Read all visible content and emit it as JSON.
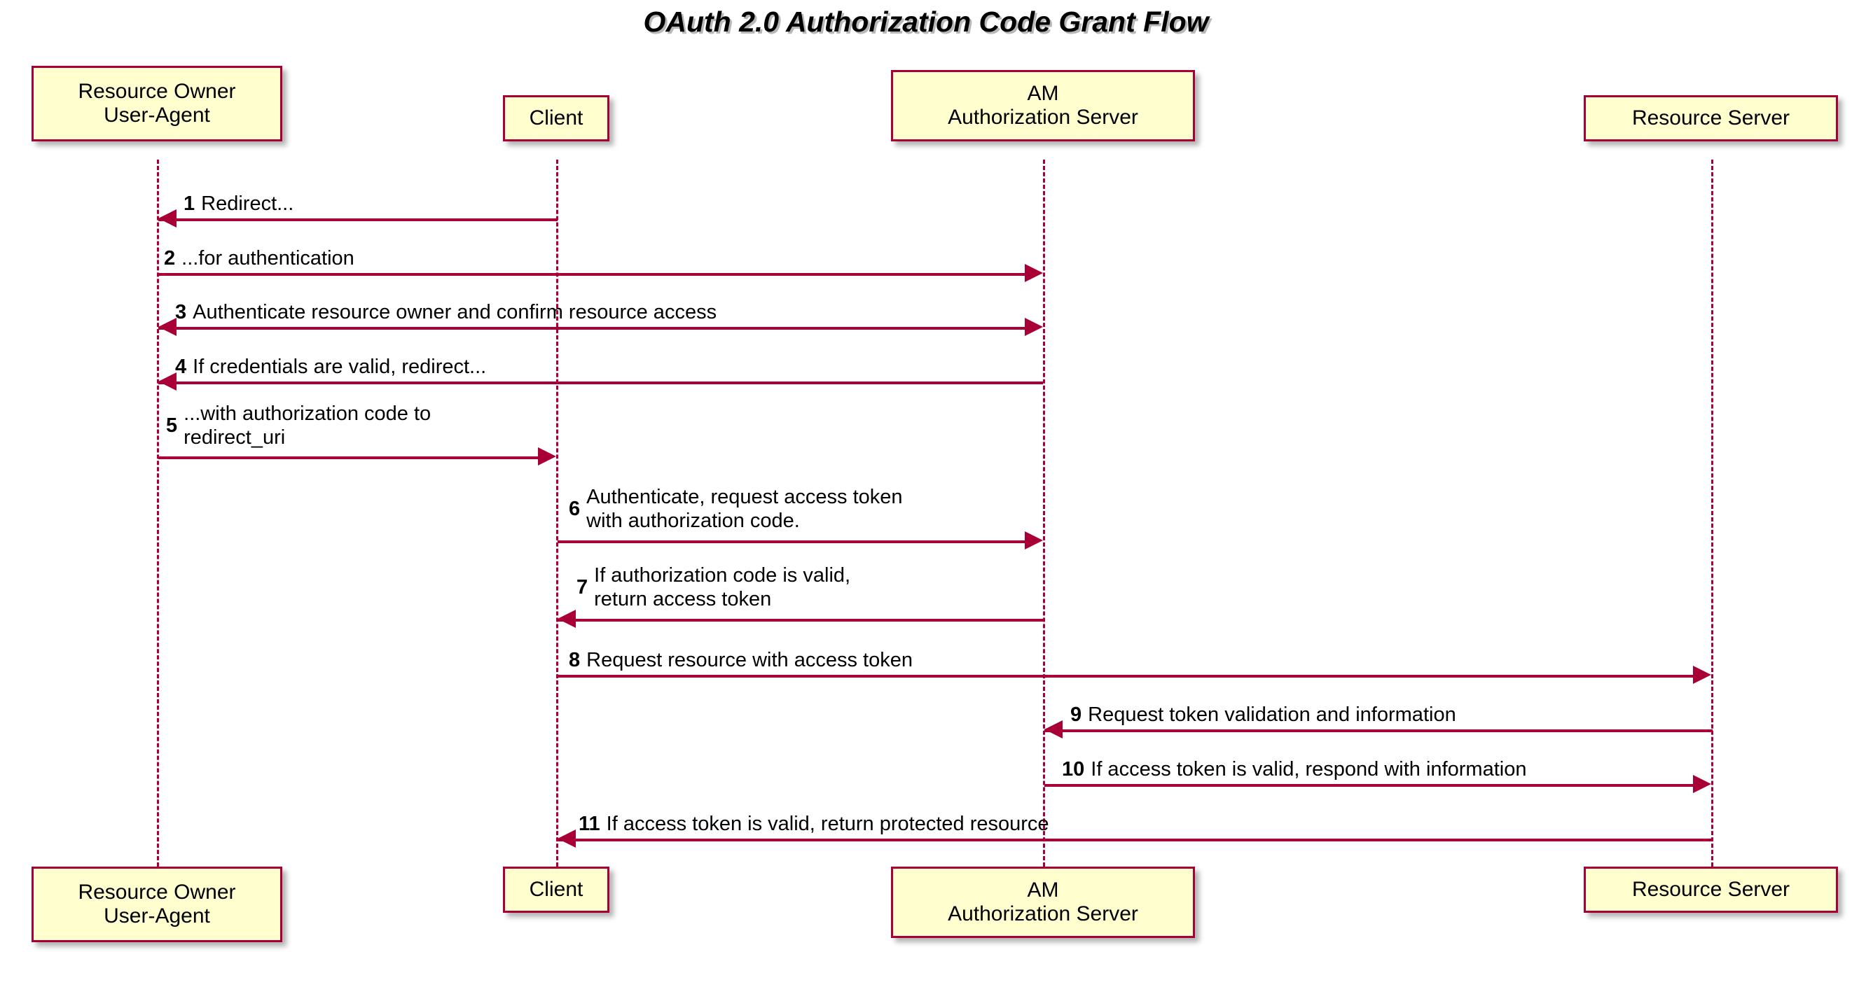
{
  "diagram": {
    "type": "uml-sequence-diagram",
    "title": "OAuth 2.0 Authorization Code Grant Flow",
    "accent_color": "#A80036",
    "box_fill_color": "#FEFECE",
    "text_color": "#000000",
    "background_color": "#FFFFFF"
  },
  "participants": [
    {
      "id": "user_agent",
      "line1": "Resource Owner",
      "line2": "User-Agent"
    },
    {
      "id": "client",
      "line1": "Client",
      "line2": ""
    },
    {
      "id": "am",
      "line1": "AM",
      "line2": "Authorization Server"
    },
    {
      "id": "resource_server",
      "line1": "Resource Server",
      "line2": ""
    }
  ],
  "messages": [
    {
      "num": "1",
      "line1": "Redirect...",
      "line2": "",
      "from": "client",
      "to": "user_agent",
      "direction": "left",
      "bidirectional": false
    },
    {
      "num": "2",
      "line1": "...for authentication",
      "line2": "",
      "from": "user_agent",
      "to": "am",
      "direction": "right",
      "bidirectional": false
    },
    {
      "num": "3",
      "line1": "Authenticate resource owner and confirm resource access",
      "line2": "",
      "from": "user_agent",
      "to": "am",
      "direction": "both",
      "bidirectional": true
    },
    {
      "num": "4",
      "line1": "If credentials are valid, redirect...",
      "line2": "",
      "from": "am",
      "to": "user_agent",
      "direction": "left",
      "bidirectional": false
    },
    {
      "num": "5",
      "line1": "...with authorization code to",
      "line2": "redirect_uri",
      "from": "user_agent",
      "to": "client",
      "direction": "right",
      "bidirectional": false
    },
    {
      "num": "6",
      "line1": "Authenticate, request access token",
      "line2": "with authorization code.",
      "from": "client",
      "to": "am",
      "direction": "right",
      "bidirectional": false
    },
    {
      "num": "7",
      "line1": "If authorization code is valid,",
      "line2": "return access token",
      "from": "am",
      "to": "client",
      "direction": "left",
      "bidirectional": false
    },
    {
      "num": "8",
      "line1": "Request resource with access token",
      "line2": "",
      "from": "client",
      "to": "resource_server",
      "direction": "right",
      "bidirectional": false
    },
    {
      "num": "9",
      "line1": "Request token validation and information",
      "line2": "",
      "from": "resource_server",
      "to": "am",
      "direction": "left",
      "bidirectional": false
    },
    {
      "num": "10",
      "line1": "If access token is valid, respond with information",
      "line2": "",
      "from": "am",
      "to": "resource_server",
      "direction": "right",
      "bidirectional": false
    },
    {
      "num": "11",
      "line1": "If access token is valid, return protected resource",
      "line2": "",
      "from": "resource_server",
      "to": "client",
      "direction": "left",
      "bidirectional": false
    }
  ]
}
